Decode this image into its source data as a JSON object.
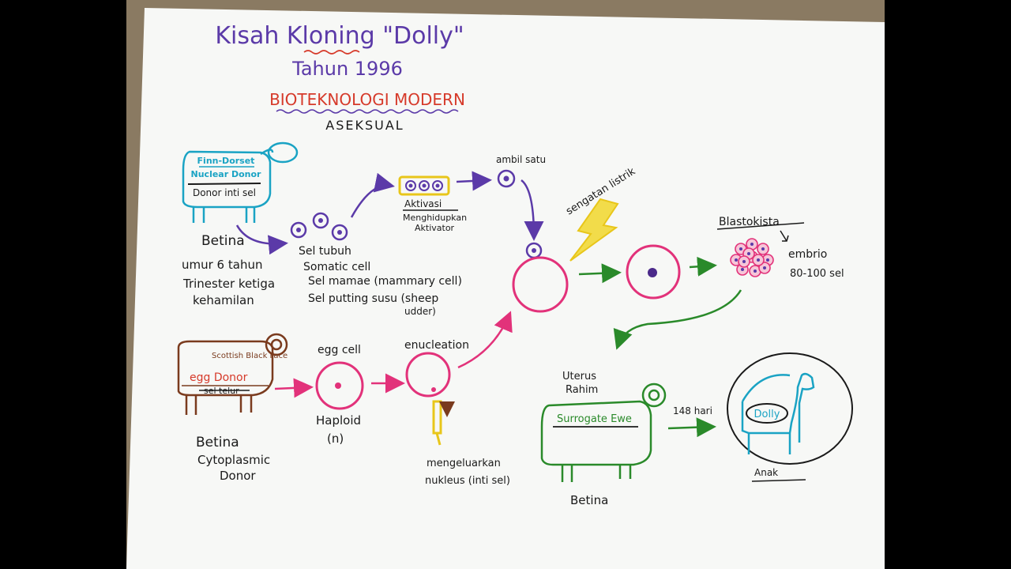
{
  "title": {
    "line1": "Kisah Kloning \"Dolly\"",
    "line2": "Tahun 1996",
    "line3": "BIOTEKNOLOGI MODERN",
    "line4": "ASEKSUAL"
  },
  "nuclear_donor": {
    "breed": "Finn-Dorset",
    "role": "Nuclear Donor",
    "source": "Donor inti sel",
    "sex": "Betina",
    "age": "umur 6 tahun",
    "stage_1": "Trinester ketiga",
    "stage_2": "kehamilan"
  },
  "somatic_cell": {
    "line1": "Sel tubuh",
    "line2": "Somatic cell",
    "line3": "Sel mamae (mammary cell)",
    "line4": "Sel putting susu (sheep",
    "line5": "udder)"
  },
  "activation": {
    "line1": "Aktivasi",
    "line2": "Menghidupkan",
    "line3": "Aktivator"
  },
  "take_one": "ambil satu",
  "shock": "sengatan listrik",
  "blastocyst": {
    "label": "Blastokista",
    "embryo": "embrio",
    "cells": "80-100 sel"
  },
  "egg_donor": {
    "breed": "Scottish Black Face",
    "role": "egg Donor",
    "crossed": "sel telur",
    "sex": "Betina",
    "type_1": "Cytoplasmic",
    "type_2": "Donor"
  },
  "egg_cell": {
    "label": "egg cell",
    "haploid": "Haploid",
    "n": "(n)"
  },
  "enucleation": {
    "label": "enucleation",
    "remove_1": "mengeluarkan",
    "remove_2": "nukleus (inti sel)"
  },
  "surrogate": {
    "uterus_1": "Uterus",
    "uterus_2": "Rahim",
    "role": "Surrogate Ewe",
    "sex": "Betina",
    "days": "148 hari"
  },
  "dolly": {
    "name": "Dolly",
    "caption": "Anak"
  },
  "colors": {
    "paper": "#f7f8f6",
    "purple": "#5b3aa8",
    "cyan": "#1aa3c4",
    "brown": "#7a3b1e",
    "pink": "#e2327a",
    "green": "#2a8a2a",
    "red": "#d63a2a",
    "yellow": "#e8c61a",
    "ink": "#1a1a1a"
  }
}
